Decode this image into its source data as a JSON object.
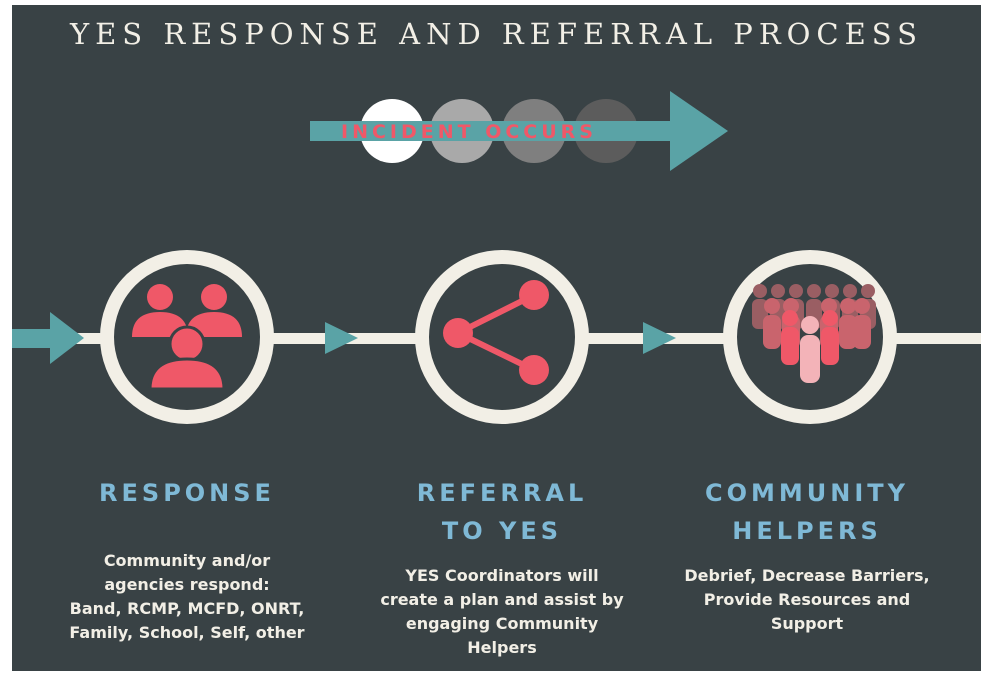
{
  "title": "YES RESPONSE AND REFERRAL PROCESS",
  "incident_label": "INCIDENT OCCURS",
  "colors": {
    "background": "#394245",
    "ring": "#f2efe6",
    "arrow": "#5aa3a6",
    "icon": "#ef5868",
    "heading": "#7fb9d6",
    "text": "#f2efe6"
  },
  "stages": [
    {
      "icon": "people-group-icon",
      "title_lines": [
        "RESPONSE"
      ],
      "desc_lines": [
        "Community and/or",
        "agencies respond:",
        "Band, RCMP, MCFD, ONRT,",
        "Family, School, Self, other"
      ]
    },
    {
      "icon": "share-icon",
      "title_lines": [
        "REFERRAL",
        "TO YES"
      ],
      "desc_lines": [
        "YES Coordinators will",
        "create a plan and assist by",
        "engaging Community",
        "Helpers"
      ]
    },
    {
      "icon": "crowd-icon",
      "title_lines": [
        "COMMUNITY",
        "HELPERS"
      ],
      "desc_lines": [
        "Debrief, Decrease Barriers,",
        "Provide Resources and",
        "Support"
      ]
    }
  ]
}
